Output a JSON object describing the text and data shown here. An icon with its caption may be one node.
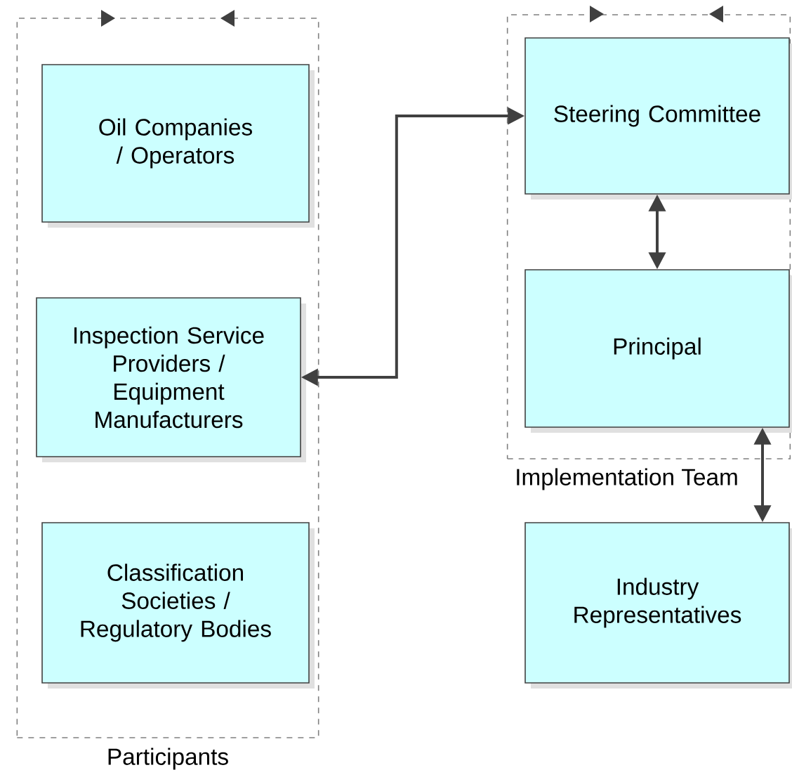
{
  "diagram": {
    "nodes": [
      {
        "text": [
          "Participants"
        ]
      },
      {
        "text": [
          "Oil Companies / Operators"
        ],
        "in": 0
      },
      {
        "text": [
          "Inspection Service Providers / Equipment Manufacturers"
        ],
        "in": 0
      },
      {
        "text": [
          "Classification Societies / Regulatory Bodies"
        ],
        "in": 0
      },
      {
        "text": [
          "Implementation Team"
        ]
      },
      {
        "text": [
          "Steering Committee"
        ],
        "in": 4
      },
      {
        "text": [
          "Principal"
        ],
        "in": 4
      },
      {
        "text": [
          "Industry Representatives"
        ]
      }
    ],
    "edges": [
      {
        "from": 2,
        "to": 5,
        "arrow": "both"
      },
      {
        "from": 5,
        "to": 6,
        "arrow": "both"
      },
      {
        "from": 6,
        "to": 7,
        "arrow": "both"
      }
    ]
  }
}
